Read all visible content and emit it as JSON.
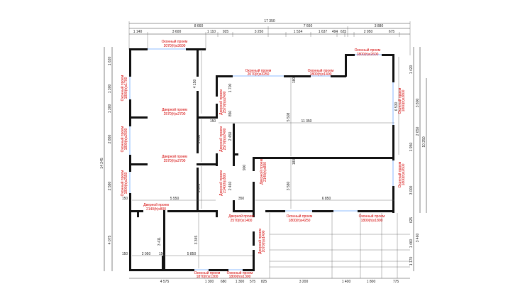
{
  "dimensions_top": {
    "overall": "17 350",
    "row2": [
      "8 660",
      "7 660",
      "3 880"
    ],
    "row3": [
      "1 140",
      "3 600",
      "1 110",
      "925",
      "3 250",
      "1 534",
      "1 637",
      "494",
      "625",
      "2 950",
      "675"
    ]
  },
  "dimensions_bottom": [
    "4 575",
    "1 300",
    "680",
    "1 300",
    "575",
    "825",
    "3 200",
    "1 400",
    "1 800",
    "775"
  ],
  "dimensions_left_outer": "14 245",
  "dimensions_left": [
    "1 620",
    "1 300",
    "1 300",
    "2 860",
    "2 580",
    "4 075"
  ],
  "dimensions_right": [
    "1 420",
    "3 800",
    "10 250",
    "2 650",
    "1 950",
    "3 000",
    "625",
    "1 460",
    "3 460",
    "1 170"
  ],
  "interior_dims": {
    "d_4150": "4 150",
    "d_3050": "3 050",
    "d_3372": "3 372",
    "d_5550": "5 550",
    "d_3345": "3 345",
    "d_5850": "5 850",
    "d_2050": "2 050",
    "d_3411": "3 411",
    "d_150a": "150",
    "d_150b": "150",
    "d_150c": "150",
    "d_150d": "150",
    "d_11350": "11 350",
    "d_5508": "5 508",
    "d_3580": "3 580",
    "d_6850": "6 850",
    "d_6530": "6 530",
    "d_1700": "1 700",
    "d_850": "850",
    "d_2450": "2 450",
    "d_2460": "2 460",
    "d_900": "900",
    "d_350": "350",
    "d_180a": "180",
    "d_180b": "180"
  },
  "labels": {
    "window_top_left": [
      "Оконный проем",
      "2070(h)x3600"
    ],
    "window_top_mid": [
      "Оконный проем",
      "2070(h)x3250"
    ],
    "window_top_mid2": [
      "Оконный проем",
      "1800(h)x1400"
    ],
    "window_top_right": [
      "Оконный проем",
      "1800(h)x2600"
    ],
    "window_left_1": [
      "Оконный проем",
      "1800(h)x1700"
    ],
    "window_left_2": [
      "Оконный проем",
      "1800(h)x2600"
    ],
    "window_left_3": [
      "Оконный проем",
      "1800(h)x2550"
    ],
    "door_center_1": [
      "Дверной проем",
      "2570(h)x2700"
    ],
    "door_center_2": [
      "Дверной проем",
      "2570(h)x2700"
    ],
    "door_v_1": [
      "Дверной проем",
      "2570(h)x2400"
    ],
    "door_v_2": [
      "Дверной проем",
      "2570(h)x2400"
    ],
    "door_v_3": [
      "Дверной проем",
      "2140(h)x900"
    ],
    "door_v_4": [
      "Дверной проем",
      "2140(h)x800"
    ],
    "window_right_1": [
      "Оконный проем",
      "1800(h)x3800"
    ],
    "window_right_2": [
      "Оконный проем",
      "1800(h)x2600"
    ],
    "door_left_bottom": [
      "Дверной проем",
      "2140(h)x800"
    ],
    "door_mid_bottom": [
      "Дверной проем",
      "2570(h)x1400"
    ],
    "window_mid_bottom": [
      "Оконный проем",
      "1800(h)x4250"
    ],
    "window_right_bottom": [
      "Оконный проем",
      "1800(h)x1800"
    ],
    "door_lower_v": [
      "Дверной проем",
      "2070(h)x1400"
    ],
    "window_bottom": [
      "Оконный проем",
      "1870(h)x1300"
    ],
    "window_bottom_2": [
      "Оконный проем",
      "1800(h)x1300"
    ]
  }
}
